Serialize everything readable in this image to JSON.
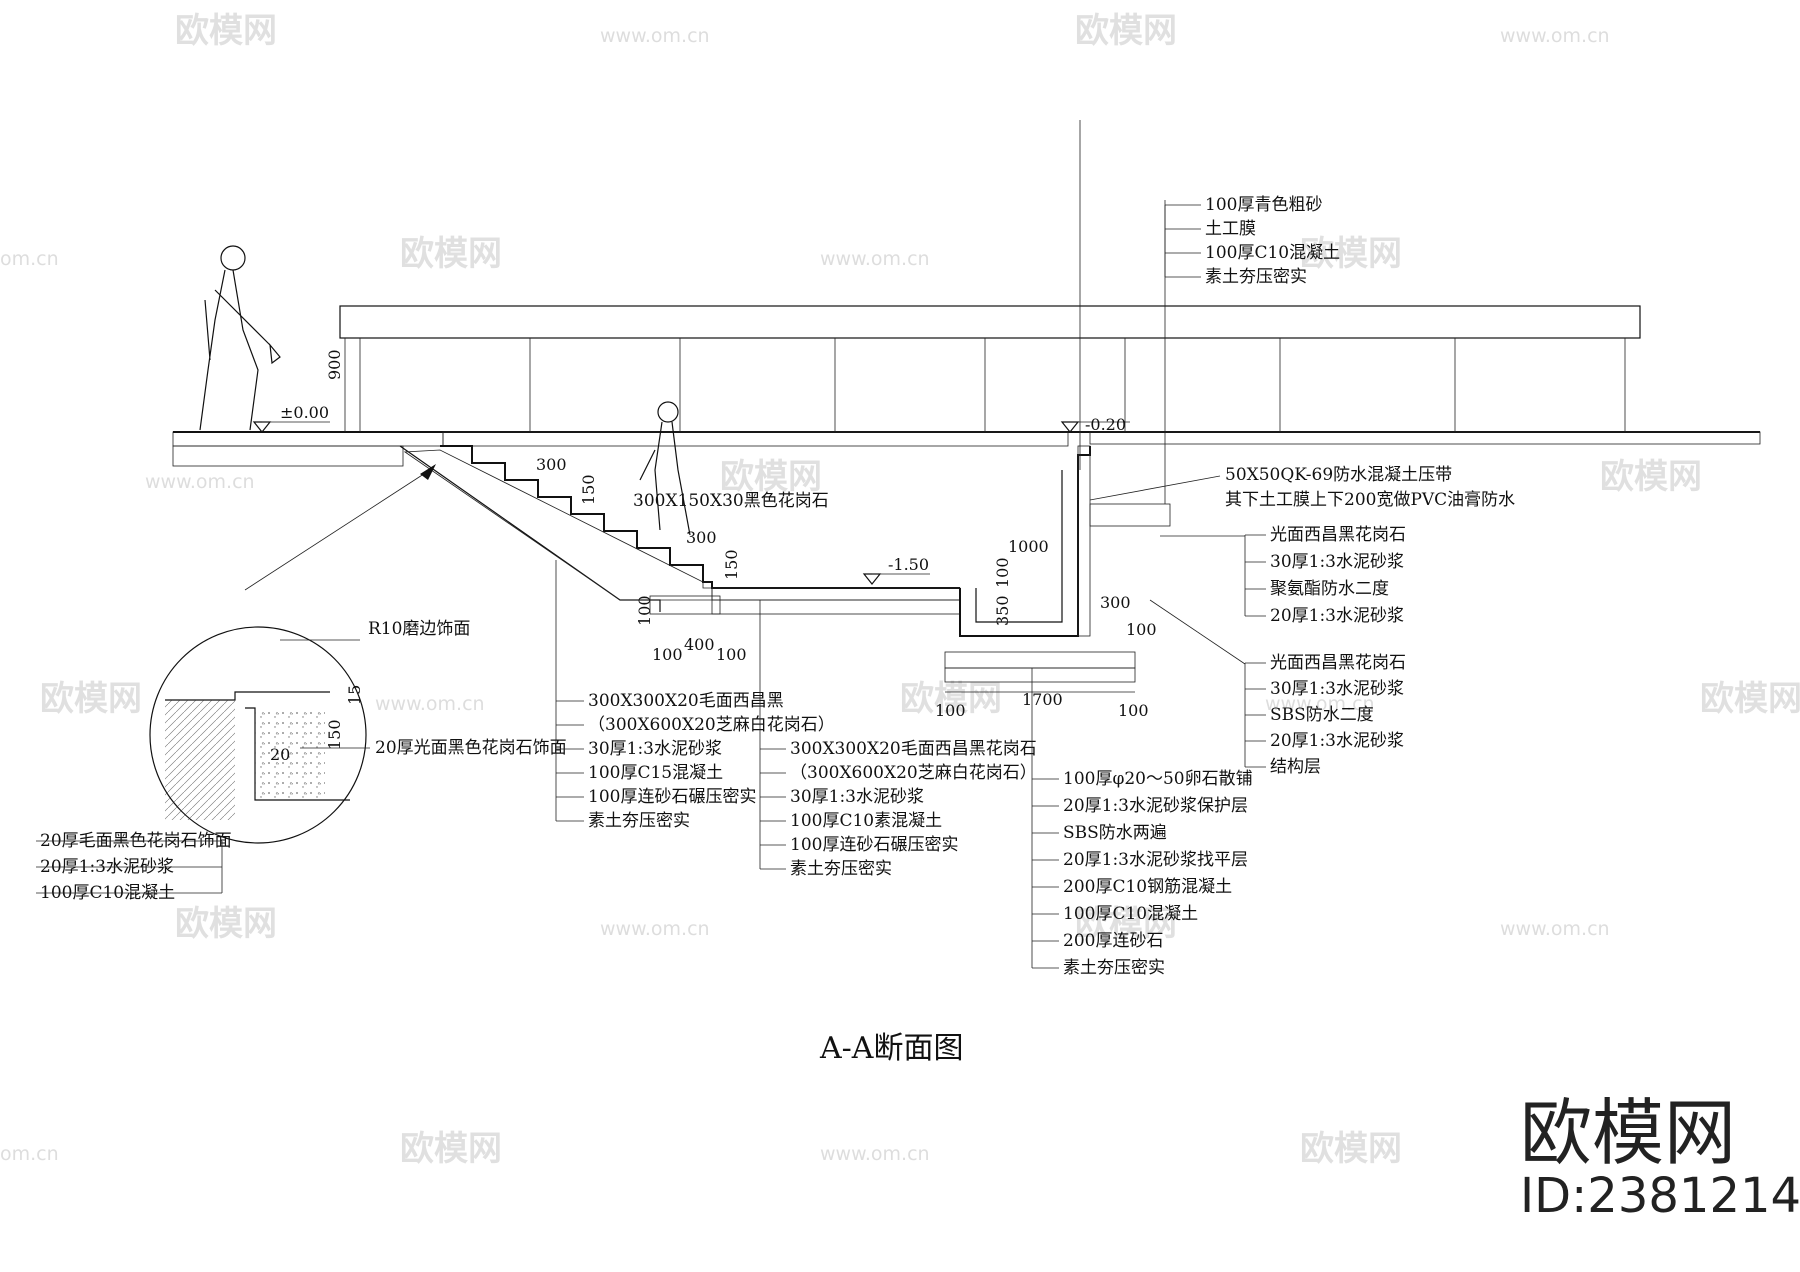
{
  "drawing": {
    "title": "A-A断面图",
    "elevations": {
      "ground": "±0.00",
      "pool_edge": "-0.20",
      "stair_bottom": "-1.50"
    },
    "dims": {
      "rail_height": "900",
      "tread_top": "300",
      "riser_top": "150",
      "tread_mid": "300",
      "riser_mid": "150",
      "footing_100": "100",
      "footing_400": "400",
      "footing_left_100": "100",
      "footing_right_100": "100",
      "pool_1000": "1000",
      "pool_100": "100",
      "pool_350": "350",
      "pool_300": "300",
      "pool_side_100": "100",
      "pool_1700": "1700",
      "pool_bottom_left_100": "100",
      "pool_bottom_right_100": "100",
      "detail_15": "15",
      "detail_150": "150",
      "detail_20": "20"
    },
    "labels": {
      "top_layers": [
        "100厚青色粗砂",
        "土工膜",
        "100厚C10混凝土",
        "素土夯压密实"
      ],
      "waterproof_band": [
        "50X50QK-69防水混凝土压带",
        "其下土工膜上下200宽做PVC油膏防水"
      ],
      "pool_edge_layers": [
        "光面西昌黑花岗石",
        "30厚1:3水泥砂浆",
        "聚氨酯防水二度",
        "20厚1:3水泥砂浆"
      ],
      "pool_wall_layers": [
        "光面西昌黑花岗石",
        "30厚1:3水泥砂浆",
        "SBS防水二度",
        "20厚1:3水泥砂浆",
        "结构层"
      ],
      "step_stone": "300X150X30黑色花岗石",
      "edge_detail": "R10磨边饰面",
      "detail_face": "20厚光面黑色花岗石饰面",
      "detail_layers": [
        "20厚毛面黑色花岗石饰面",
        "20厚1:3水泥砂浆",
        "100厚C10混凝土"
      ],
      "stair_layers": [
        "300X300X20毛面西昌黑",
        "（300X600X20芝麻白花岗石）",
        "30厚1:3水泥砂浆",
        "100厚C15混凝土",
        "100厚连砂石碾压密实",
        "素土夯压密实"
      ],
      "landing_layers": [
        "300X300X20毛面西昌黑花岗石",
        "（300X600X20芝麻白花岗石）",
        "30厚1:3水泥砂浆",
        "100厚C10素混凝土",
        "100厚连砂石碾压密实",
        "素土夯压密实"
      ],
      "pool_bottom_layers": [
        "100厚φ20～50卵石散铺",
        "20厚1:3水泥砂浆保护层",
        "SBS防水两遍",
        "20厚1:3水泥砂浆找平层",
        "200厚C10钢筋混凝土",
        "100厚C10混凝土",
        "200厚连砂石",
        "素土夯压密实"
      ]
    }
  },
  "brand": {
    "name": "欧模网",
    "id": "ID:2381214"
  },
  "watermark": {
    "logo": "欧模网",
    "url": "www.om.cn",
    "url_short": "om.cn"
  }
}
